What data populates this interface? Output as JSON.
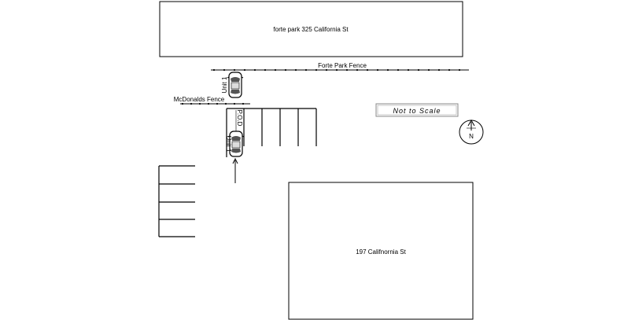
{
  "buildings": {
    "top": "forte park 325 California St",
    "bottom": "197 Califnornia St"
  },
  "fences": {
    "forte_park": "Forte Park Fence",
    "mcdonalds": "McDonalds Fence"
  },
  "vehicles": {
    "unit_top": "Unit 1",
    "unit_bottom": "Unit 1"
  },
  "markers": {
    "pod": "P.O.D"
  },
  "scale_note": "Not to Scale",
  "compass": {
    "north": "N"
  }
}
